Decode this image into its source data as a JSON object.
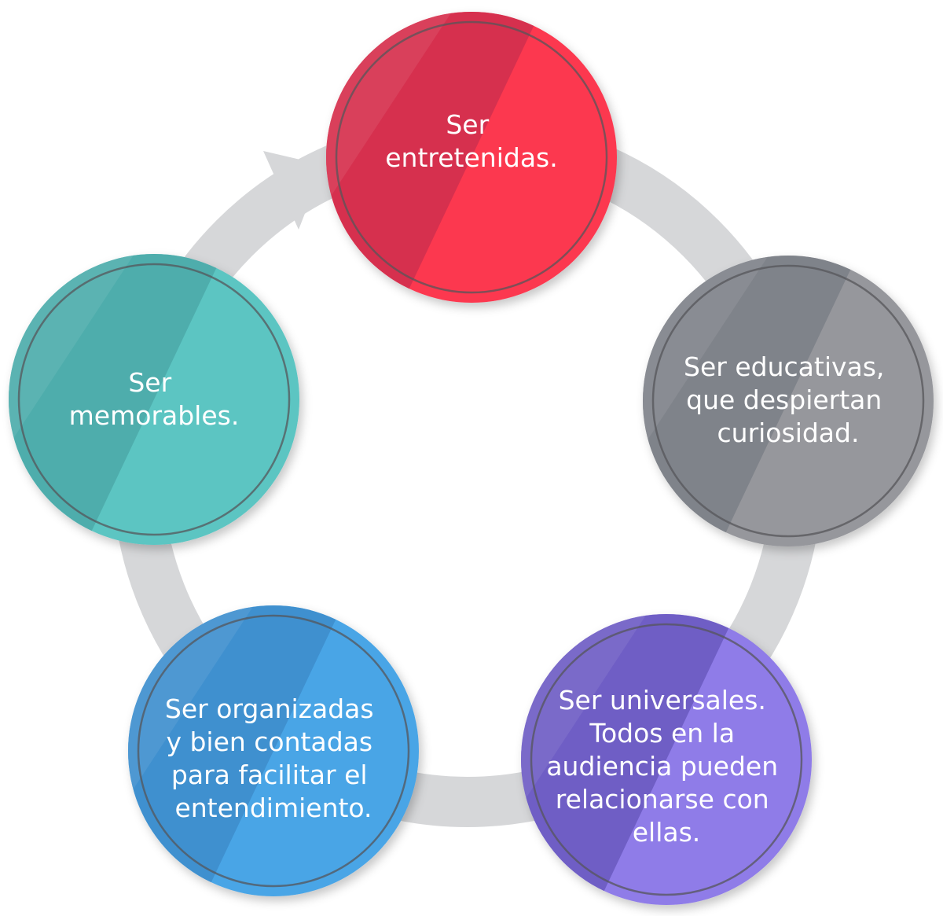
{
  "diagram": {
    "nodes": [
      {
        "id": "entretenidas",
        "lines": [
          "Ser",
          "entretenidas."
        ],
        "color": "#fc3750",
        "dark": "#cf2f4d"
      },
      {
        "id": "educativas",
        "lines": [
          "Ser educativas,",
          "que despiertan",
          "curiosidad."
        ],
        "color": "#96979c",
        "dark": "#7b7f87"
      },
      {
        "id": "universales",
        "lines": [
          "Ser universales.",
          "Todos  en la",
          "audiencia pueden",
          "relacionarse con",
          "ellas."
        ],
        "color": "#8f7be8",
        "dark": "#6a59be"
      },
      {
        "id": "organizadas",
        "lines": [
          "Ser organizadas",
          "y bien contadas",
          "para facilitar el",
          "entendimiento."
        ],
        "color": "#4aa5e6",
        "dark": "#3d8cca"
      },
      {
        "id": "memorables",
        "lines": [
          "Ser",
          "memorables."
        ],
        "color": "#5cc5c2",
        "dark": "#4ba8a8"
      }
    ],
    "ring_color": "#d6d7d9",
    "outline_color": "#55565a"
  }
}
